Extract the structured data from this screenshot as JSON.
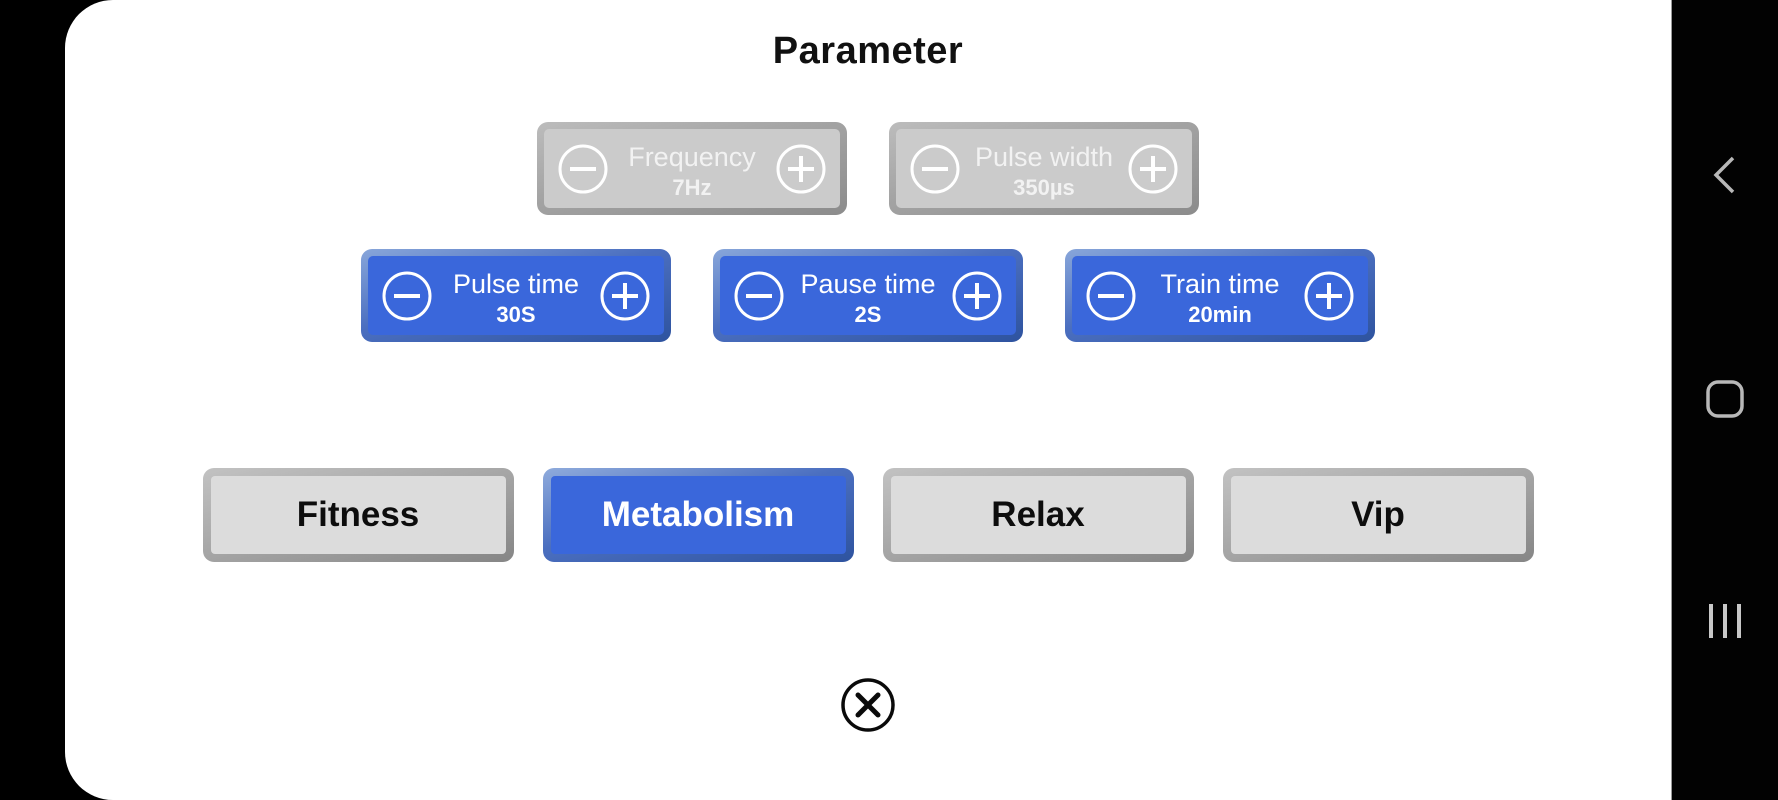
{
  "title": "Parameter",
  "parameters": [
    {
      "id": "frequency",
      "label": "Frequency",
      "value": "7Hz",
      "enabled": false
    },
    {
      "id": "pulse-width",
      "label": "Pulse width",
      "value": "350µs",
      "enabled": false
    },
    {
      "id": "pulse-time",
      "label": "Pulse time",
      "value": "30S",
      "enabled": true
    },
    {
      "id": "pause-time",
      "label": "Pause time",
      "value": "2S",
      "enabled": true
    },
    {
      "id": "train-time",
      "label": "Train time",
      "value": "20min",
      "enabled": true
    }
  ],
  "modes": [
    {
      "label": "Fitness",
      "selected": false
    },
    {
      "label": "Metabolism",
      "selected": true
    },
    {
      "label": "Relax",
      "selected": false
    },
    {
      "label": "Vip",
      "selected": false
    }
  ],
  "icons": {
    "minus": "minus-circle-icon",
    "plus": "plus-circle-icon",
    "close": "close-circle-icon",
    "back": "back-chevron-icon",
    "home": "home-square-icon",
    "recents": "recents-bars-icon"
  },
  "colors": {
    "accent_blue": "#3a67db",
    "disabled_gray": "#cbcbcb",
    "mode_gray": "#dcdcdc",
    "navbar_black": "#020202",
    "nav_icon_gray": "#b8b8b8"
  }
}
